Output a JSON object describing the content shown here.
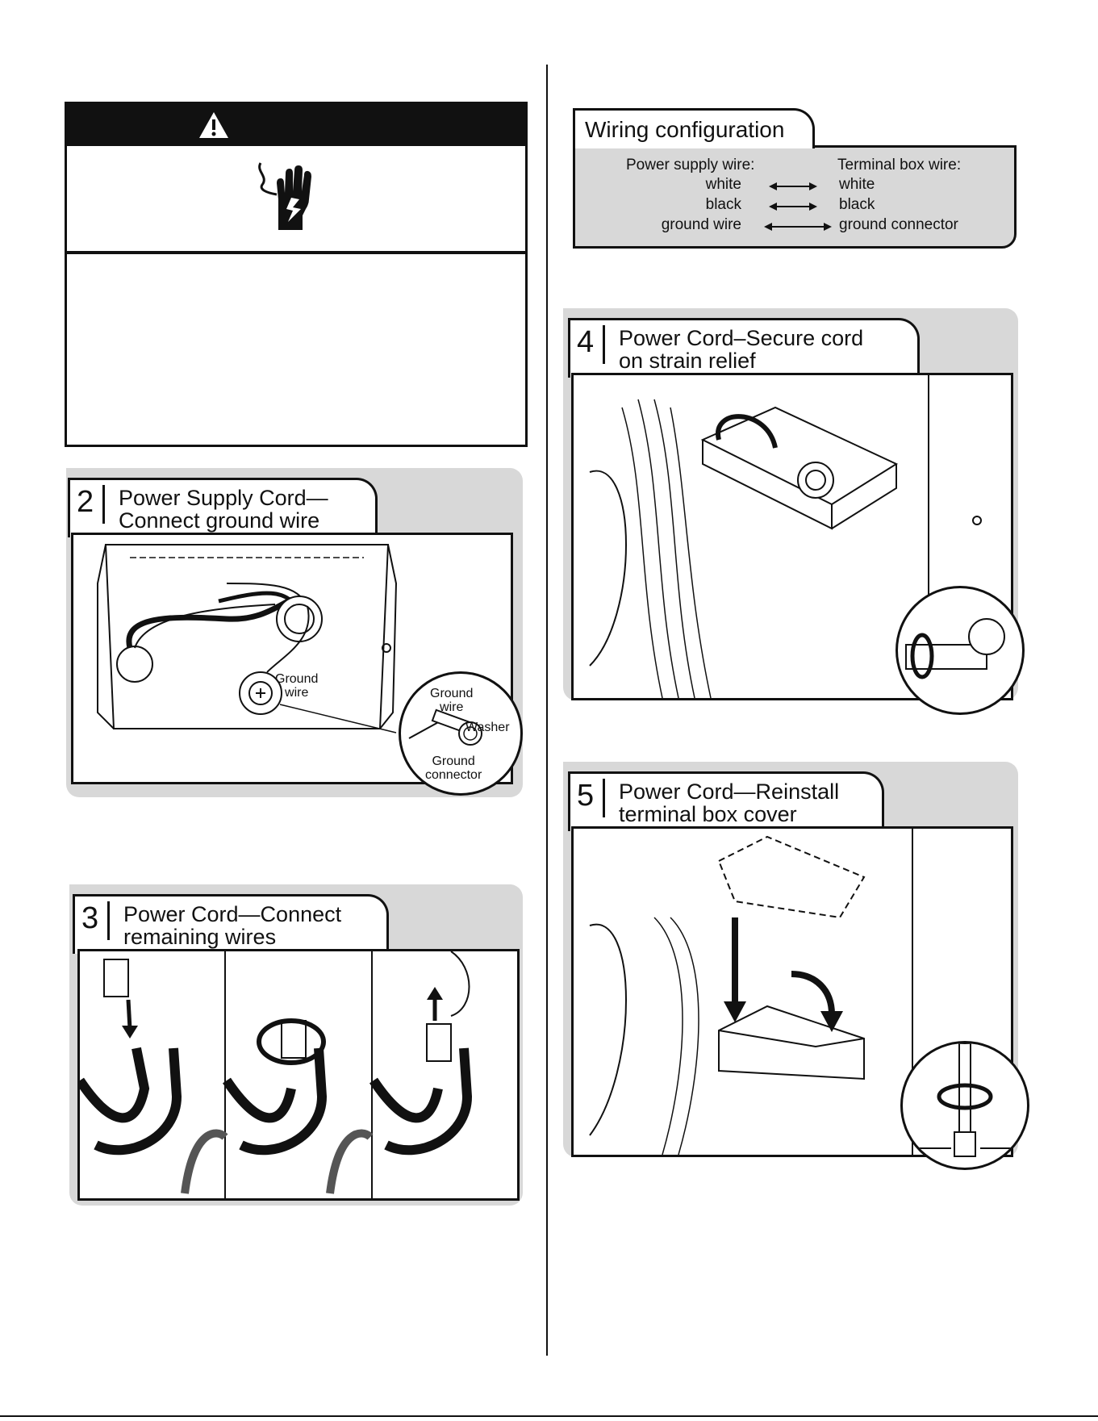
{
  "warning": {
    "symbol": "warning-triangle-icon",
    "hazard_icon": "electric-shock-hand-icon"
  },
  "wiring": {
    "title": "Wiring configuration",
    "supply_header": "Power supply wire:",
    "terminal_header": "Terminal box wire:",
    "rows": [
      {
        "supply": "white",
        "terminal": "white"
      },
      {
        "supply": "black",
        "terminal": "black"
      },
      {
        "supply": "ground wire",
        "terminal": "ground connector"
      }
    ]
  },
  "steps": {
    "s2": {
      "num": "2",
      "title": "Power Supply Cord—\nConnect ground wire",
      "labels": {
        "ground_wire": "Ground\nwire",
        "callout_ground_wire": "Ground\nwire",
        "washer": "Washer",
        "ground_connector": "Ground\nconnector"
      }
    },
    "s3": {
      "num": "3",
      "title": "Power Cord—Connect\nremaining wires"
    },
    "s4": {
      "num": "4",
      "title": "Power Cord–Secure cord\non strain relief"
    },
    "s5": {
      "num": "5",
      "title": "Power Cord—Reinstall\nterminal box cover"
    }
  }
}
